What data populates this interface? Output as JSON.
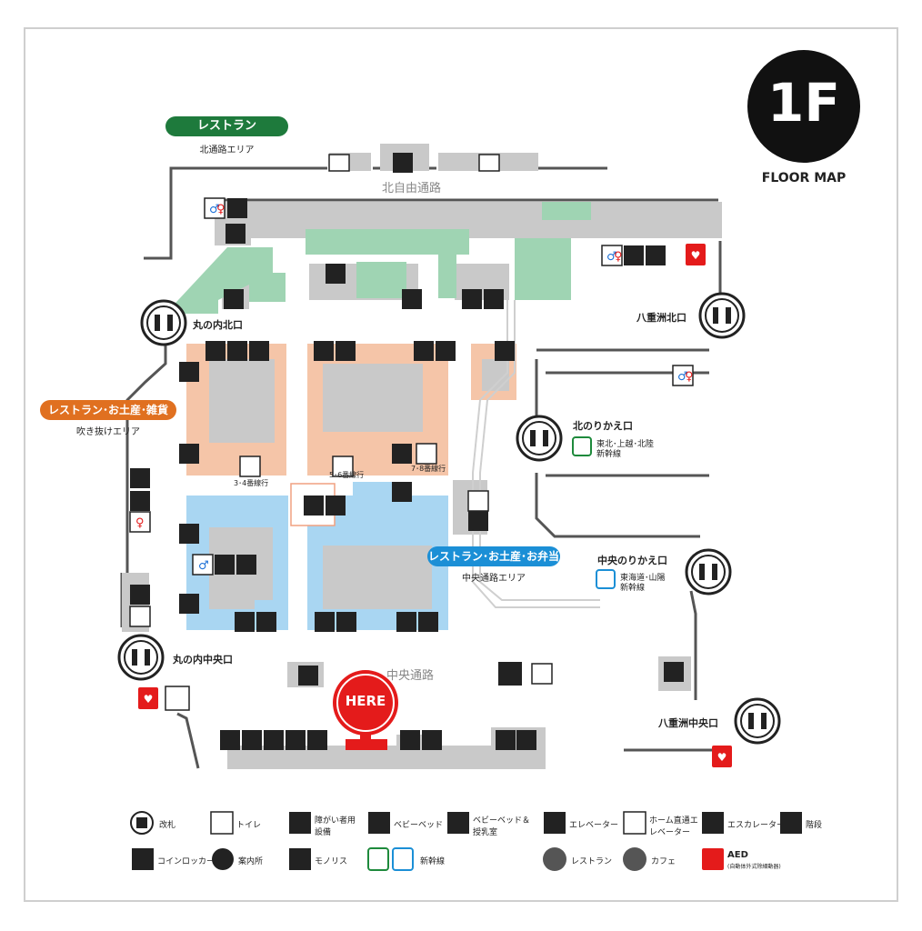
{
  "floor": {
    "level": "1F",
    "caption": "FLOOR MAP"
  },
  "here_label": "HERE",
  "passages": {
    "north": "北自由通路",
    "central": "中央通路"
  },
  "areas": {
    "restaurant_north": {
      "title": "レストラン",
      "sub": "北通路エリア",
      "color": "#1e7a3c"
    },
    "restaurant_souvenir_goods": {
      "title": "レストラン･お土産･雑貨",
      "sub": "吹き抜けエリア",
      "color": "#e07020"
    },
    "restaurant_souvenir_bento": {
      "title": "レストラン･お土産･お弁当",
      "sub": "中央通路エリア",
      "color": "#1b8fd6"
    }
  },
  "gates": {
    "marunouchi_north": "丸の内北口",
    "marunouchi_central": "丸の内中央口",
    "yaesu_north": "八重洲北口",
    "yaesu_central": "八重洲中央口",
    "north_transfer": "北のりかえ口",
    "north_transfer_sub1": "東北･上越･北陸",
    "north_transfer_sub2": "新幹線",
    "central_transfer": "中央のりかえ口",
    "central_transfer_sub1": "東海道･山陽",
    "central_transfer_sub2": "新幹線"
  },
  "platforms": {
    "p34": "3･4番線行",
    "p56": "5･6番線行",
    "p78": "7･8番線行"
  },
  "legend": [
    {
      "icon": "ticket-gate-icon",
      "label": "改札"
    },
    {
      "icon": "toilet-icon",
      "label": "トイレ"
    },
    {
      "icon": "accessible-icon",
      "label": "障がい者用設備"
    },
    {
      "icon": "baby-bed-icon",
      "label": "ベビーベッド"
    },
    {
      "icon": "nursing-room-icon",
      "label": "ベビーベッド＆授乳室"
    },
    {
      "icon": "elevator-icon",
      "label": "エレベーター"
    },
    {
      "icon": "platform-elevator-icon",
      "label": "ホーム直通エレベーター"
    },
    {
      "icon": "escalator-icon",
      "label": "エスカレーター"
    },
    {
      "icon": "stairs-icon",
      "label": "階段"
    },
    {
      "icon": "coin-locker-icon",
      "label": "コインロッカー"
    },
    {
      "icon": "info-icon",
      "label": "案内所"
    },
    {
      "icon": "monolith-icon",
      "label": "モノリス"
    },
    {
      "icon": "shinkansen-icon",
      "label": "新幹線"
    },
    {
      "icon": "restaurant-icon",
      "label": "レストラン"
    },
    {
      "icon": "cafe-icon",
      "label": "カフェ"
    },
    {
      "icon": "aed-icon",
      "label": "AED"
    }
  ],
  "aed_sub": "(自動体外式除細動器)",
  "colors": {
    "restaurant_green": "#9fd4b3",
    "souvenir_orange": "#f5c5a8",
    "bento_blue": "#a9d6f2",
    "gray_area": "#c9c9c9",
    "here_red": "#e41b1b"
  }
}
